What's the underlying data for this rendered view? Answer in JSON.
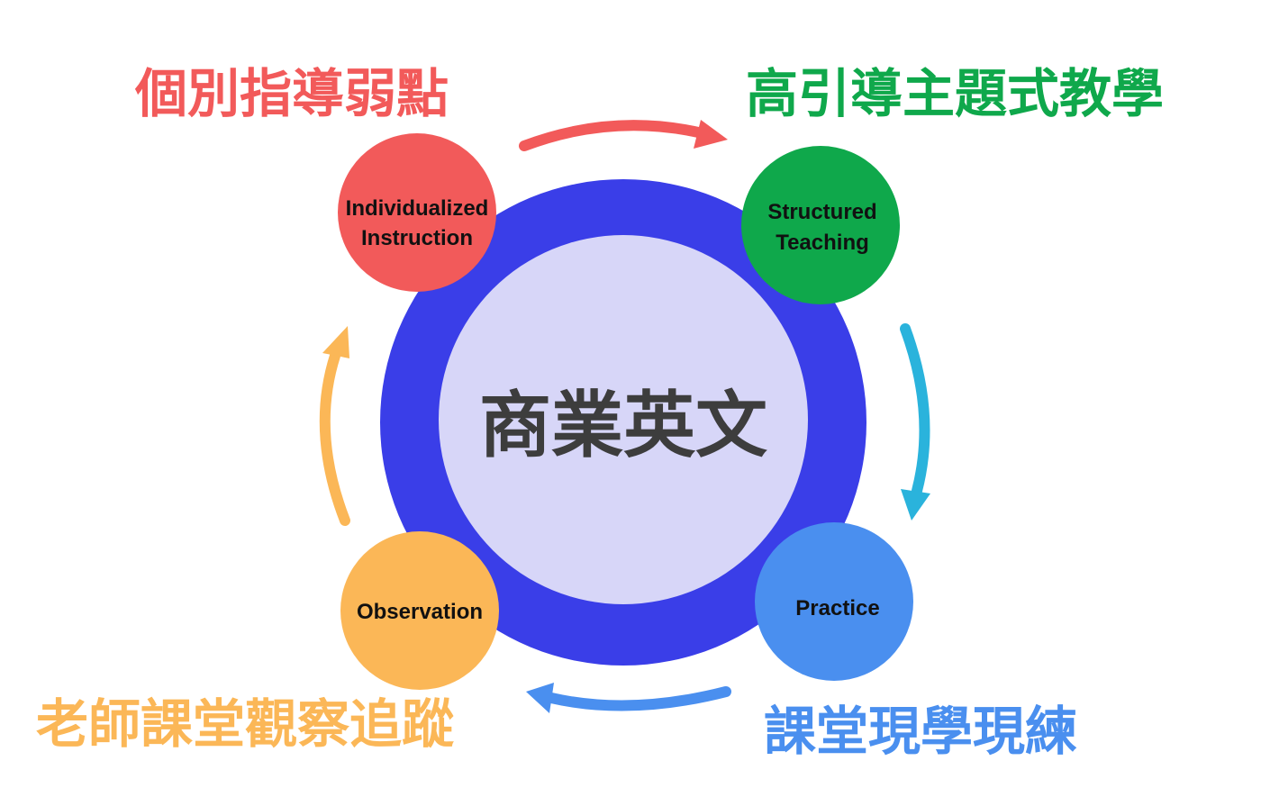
{
  "center": {
    "label": "商業英文",
    "ring_color": "#3a3ee8",
    "fill_color": "#d7d6f8",
    "text_color": "#3d3d3d"
  },
  "nodes": [
    {
      "id": "individualized",
      "lines": [
        "Individualized",
        "Instruction"
      ],
      "color": "#f25a5a",
      "title": "個別指導弱點"
    },
    {
      "id": "structured",
      "lines": [
        "Structured",
        "Teaching"
      ],
      "color": "#0fa84b",
      "title": "高引導主題式教學"
    },
    {
      "id": "practice",
      "lines": [
        "Practice"
      ],
      "color": "#4a8fef",
      "title": "課堂現學現練"
    },
    {
      "id": "observation",
      "lines": [
        "Observation"
      ],
      "color": "#fbb757",
      "title": "老師課堂觀察追蹤"
    }
  ],
  "arrows": [
    {
      "name": "arrow-top",
      "color": "#f25a5a"
    },
    {
      "name": "arrow-right",
      "color": "#2ab3dc"
    },
    {
      "name": "arrow-bottom",
      "color": "#4a8fef"
    },
    {
      "name": "arrow-left",
      "color": "#fbb757"
    }
  ]
}
